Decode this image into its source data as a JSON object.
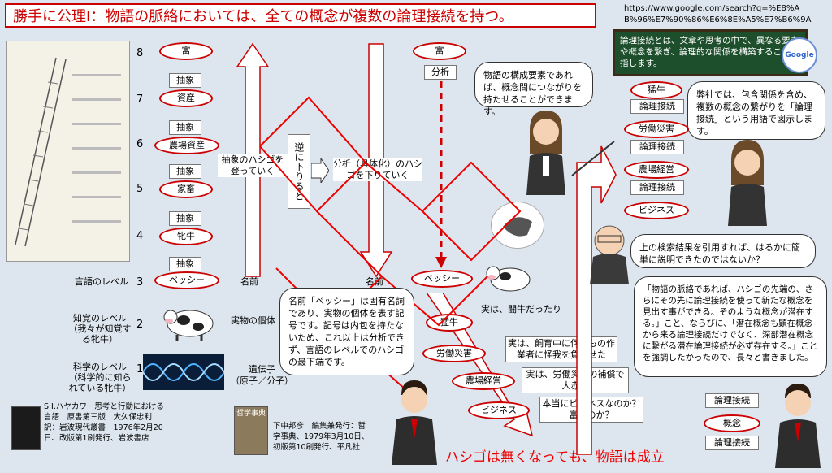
{
  "title": "勝手に公理Ⅰ：物語の脈絡においては、全ての概念が複数の論理接続を持つ。",
  "url": "https://www.google.com/search?q=%E8%A B%96%E7%90%86%E6%8E%A5%E7%B6%9A",
  "board_text": "論理接続とは、文章や思考の中で、異なる要素や概念を繋ぎ、論理的な関係を構築することを指します。",
  "google_label": "Google",
  "levels": {
    "l8": "8",
    "l7": "7",
    "l6": "6",
    "l5": "5",
    "l4": "4",
    "l3": "3",
    "l2": "2",
    "l1": "1",
    "lang": "言語のレベル",
    "perception": "知覚のレベル\n（我々が知覚する牝牛）",
    "science": "科学のレベル\n（科学的に知られている牝牛）"
  },
  "ladder": {
    "wealth": "富",
    "assets": "資産",
    "farm_assets": "農場資産",
    "livestock": "家畜",
    "cow": "牝牛",
    "bessie": "ベッシー",
    "abstract": "抽象"
  },
  "middle": {
    "name1": "名前",
    "real_individual": "実物の個体",
    "gene": "遺伝子\n（原子／分子）",
    "climb_label": "抽象のハシゴを登っていく",
    "reverse": "逆に下りると",
    "analysis_descend": "分析（具体化）のハシゴを下りていく",
    "name2": "名前"
  },
  "right_ladder": {
    "wealth": "富",
    "analysis": "分析",
    "bessie": "ベッシー",
    "cow": "猛牛",
    "labor": "労働災害",
    "farm": "農場経営",
    "business": "ビジネス"
  },
  "notes": {
    "n1": "実は、闘牛だったり",
    "n2": "実は、飼育中に何人もの作業者に怪我を負わせた",
    "n3": "実は、労働災害の補償で大赤字",
    "n4": "本当にビジネスなのか？富なのか？"
  },
  "bubbles": {
    "teacher": "物語の構成要素であれば、概念間につながりを持たせることができます。",
    "name_bessie": "名前「ベッシー」は固有名詞であり、実物の個体を表す記号です。記号は内包を持たないため、これ以上は分析できず、言語のレベルでのハシゴの最下端です。",
    "our_company": "弊社では、包含関係を含め、複数の概念の繋がりを「論理接続」という用語で図示します。",
    "old_man": "上の検索結果を引用すれば、はるかに簡単に説明できたのではないか？",
    "right": "「物語の脈絡であれば、ハシゴの先端の、さらにその先に論理接続を使って新たな概念を見出す事ができる。そのような概念が潜在する。」こと、ならびに、「潜在概念も顕在概念から来る論理接続だけでなく、深部潜在概念に繋がる潜在論理接続が必ず存在する。」ことを強調したかったので、長々と書きました。"
  },
  "chain": {
    "cow": "猛牛",
    "link1": "論理接続",
    "labor": "労働災害",
    "link2": "論理接続",
    "farm": "農場経営",
    "link3": "論理接続",
    "business": "ビジネス"
  },
  "bottom_chain": {
    "link1": "論理接続",
    "concept": "概念",
    "link2": "論理接続"
  },
  "books": {
    "hayakawa": "S.I.ハヤカワ　思考と行動における言語　原書第三版　大久保忠利　訳：岩波現代叢書　1976年2月20日、改版第1刷発行、岩波書店",
    "philosophy_cover": "哲学事典",
    "philosophy": "下中邦彦　編集兼発行：哲学事典、1979年3月10日、初版第10刷発行、平凡社"
  },
  "conclusion": "ハシゴは無くなっても、物語は成立"
}
